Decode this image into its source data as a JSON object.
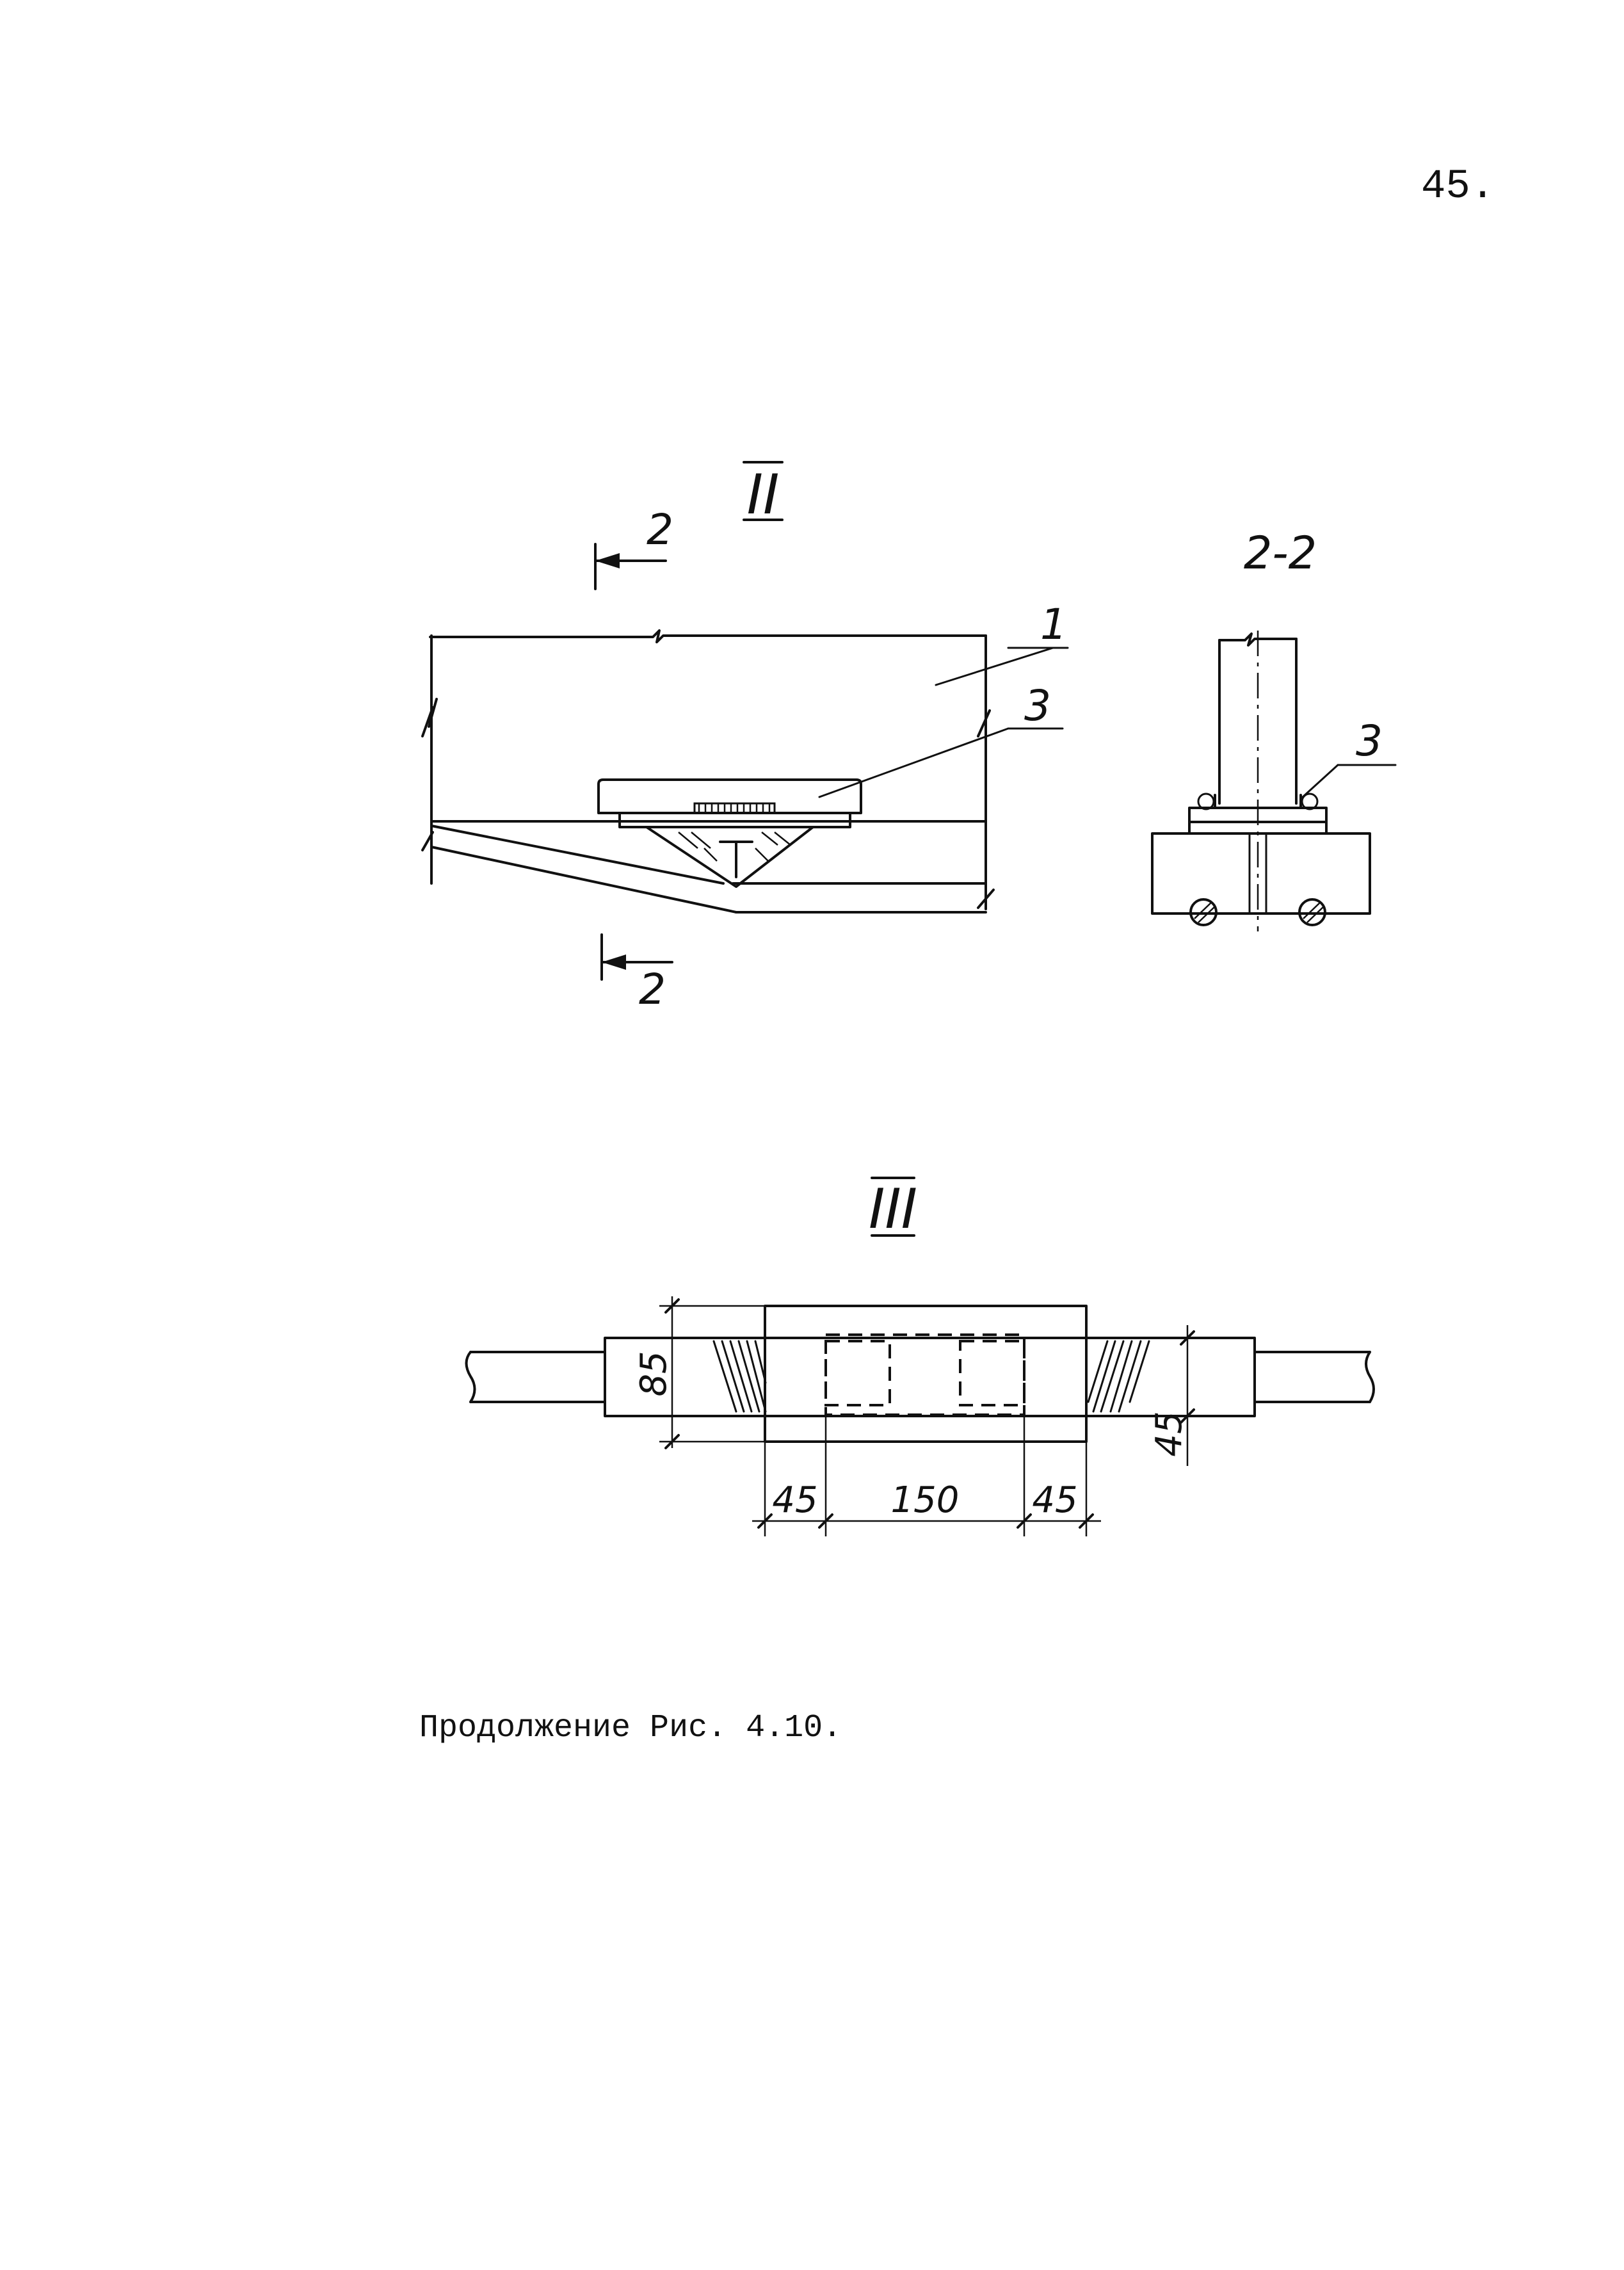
{
  "page": {
    "number": "45.",
    "caption": "Продолжение Рис. 4.10."
  },
  "view_II": {
    "title": "II",
    "section_mark_top": "2",
    "section_mark_bottom": "2",
    "callout_1": "1",
    "callout_3": "3"
  },
  "view_2_2": {
    "title": "2-2",
    "callout_3": "3"
  },
  "view_III": {
    "title": "III",
    "dimensions": {
      "height_left": "85",
      "height_right": "45",
      "bottom_left": "45",
      "bottom_middle": "150",
      "bottom_right": "45"
    }
  }
}
